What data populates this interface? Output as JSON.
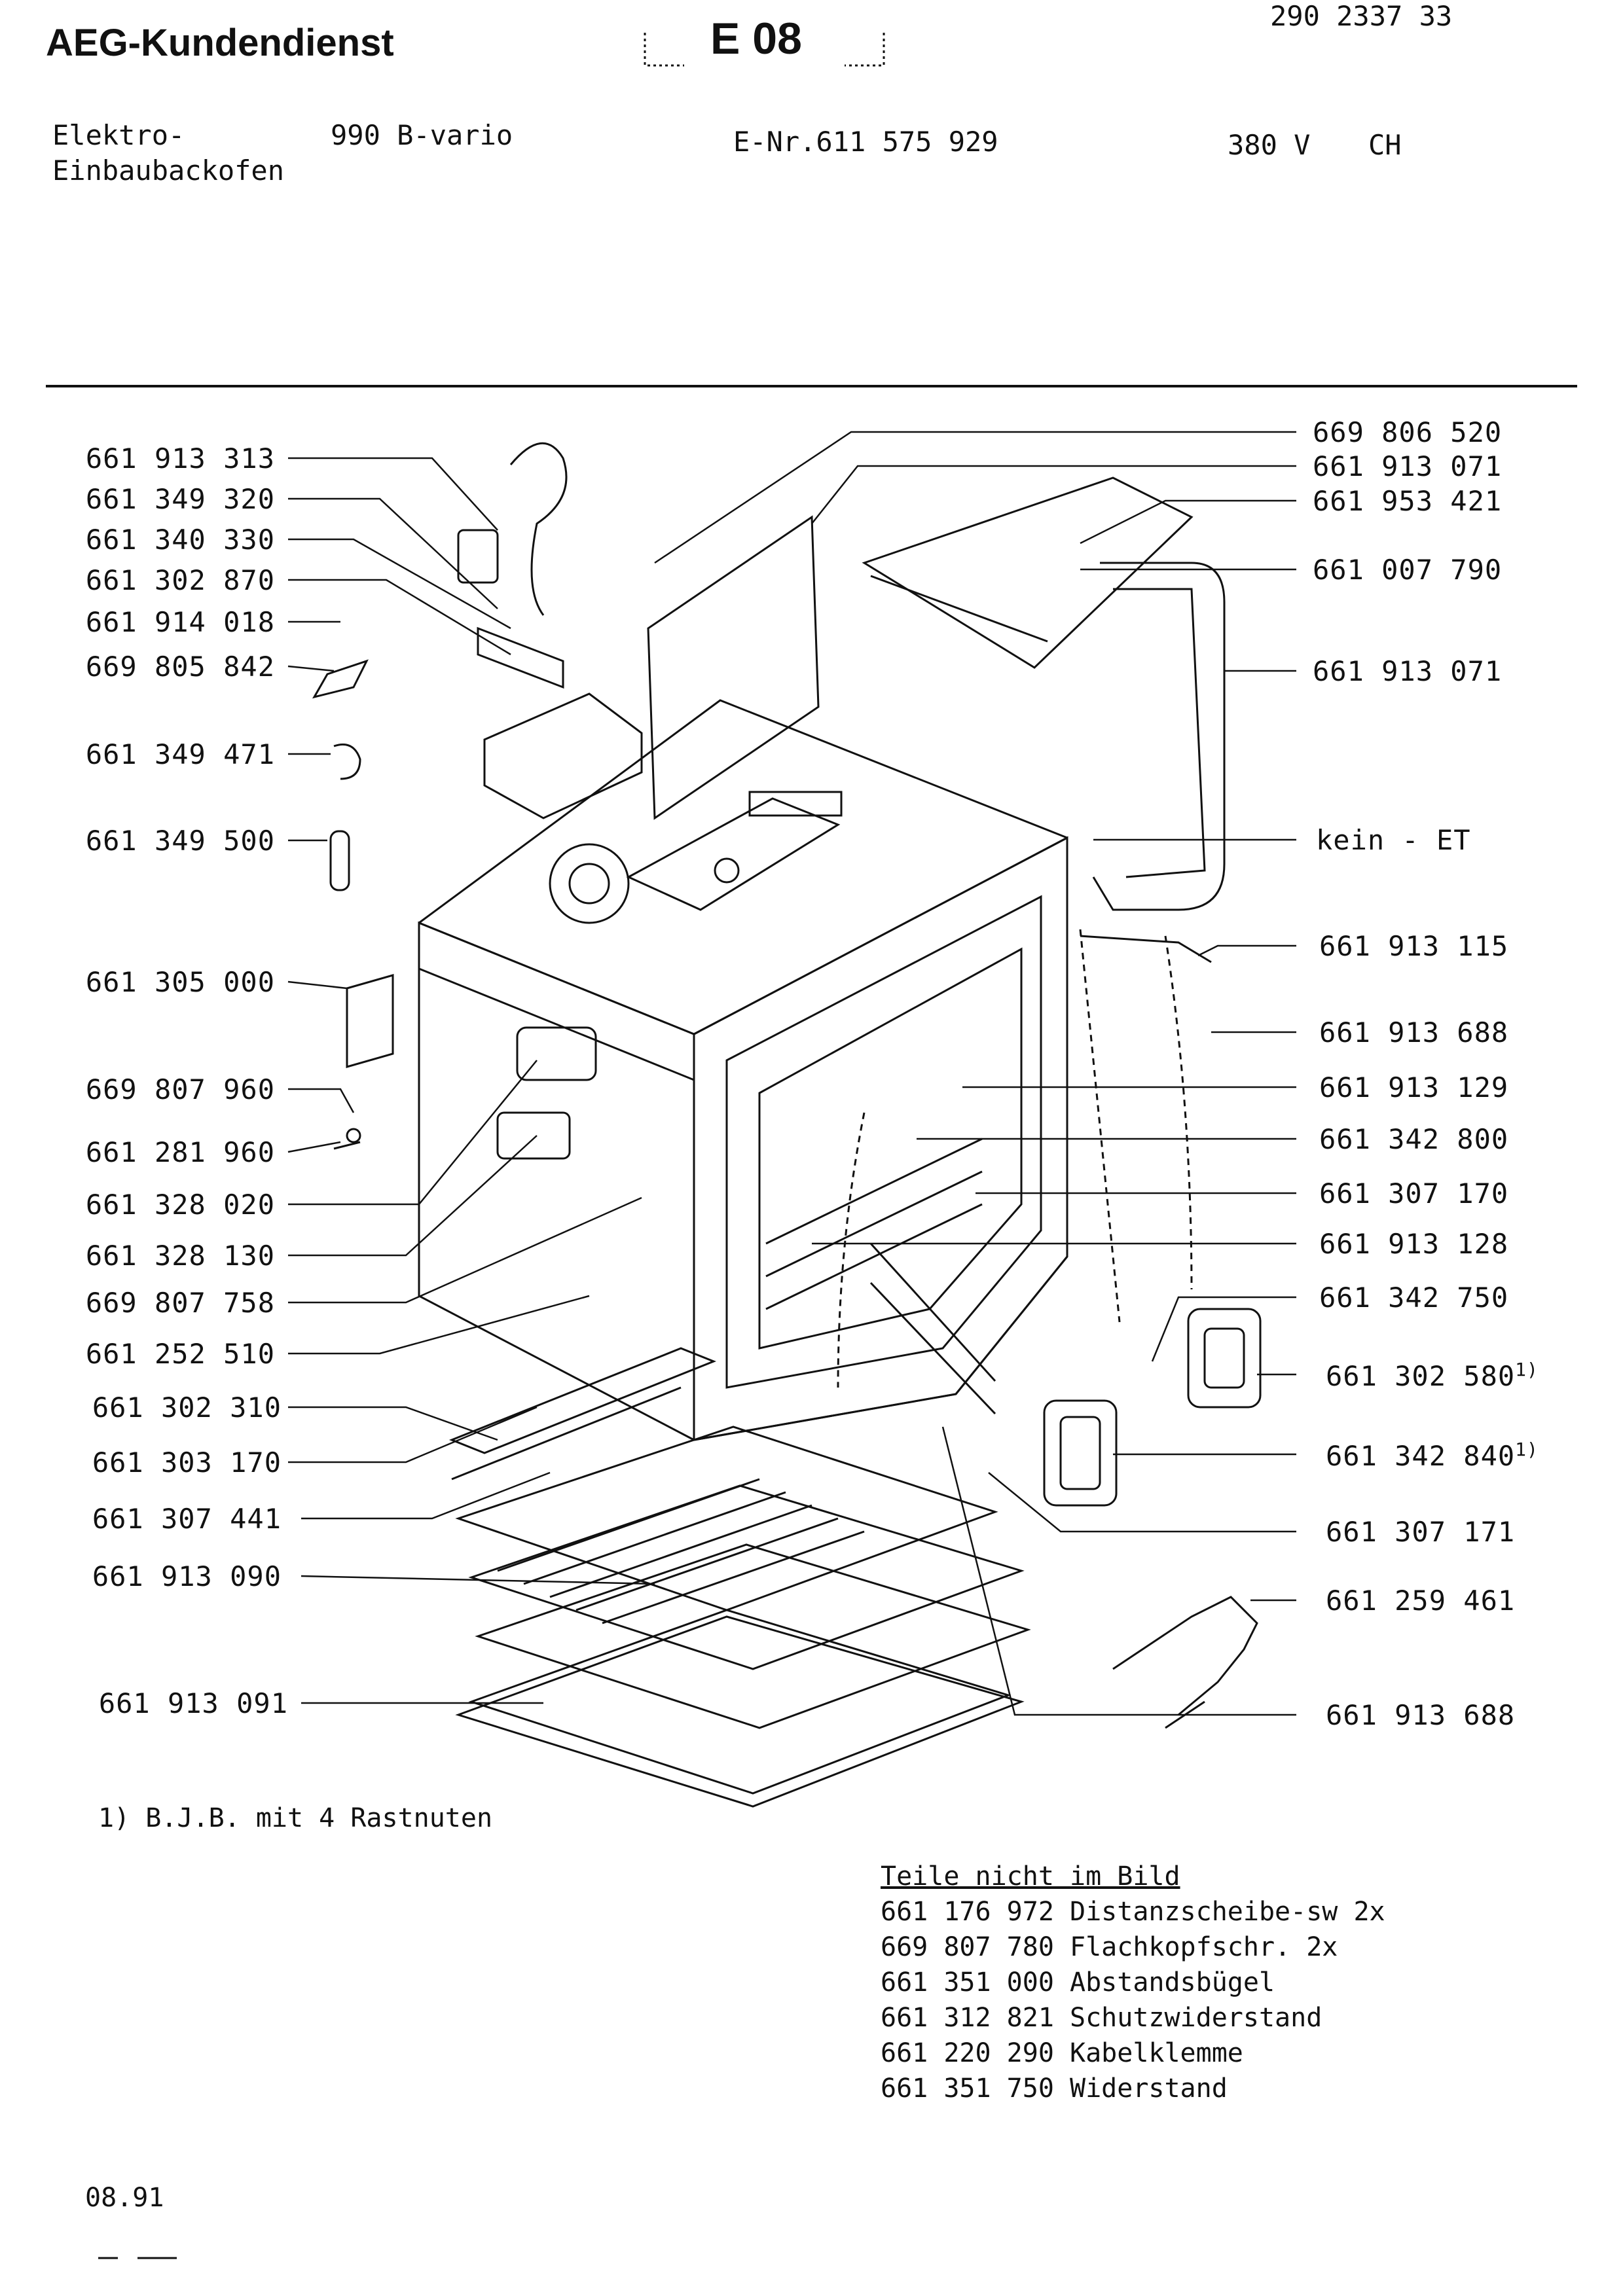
{
  "header": {
    "brand": "AEG-Kundendienst",
    "code": "E 08",
    "doc_number": "290 2337 33",
    "product_line1": "Elektro-",
    "product_line2": "Einbaubackofen",
    "model": "990 B-vario",
    "e_nr": "E-Nr.611 575 929",
    "voltage": "380 V",
    "country": "CH"
  },
  "left_labels": [
    "661 913 313",
    "661 349 320",
    "661 340 330",
    "661 302 870",
    "661 914 018",
    "669 805 842",
    "661 349 471",
    "661 349 500",
    "661 305 000",
    "669 807 960",
    "661 281 960",
    "661 328 020",
    "661 328 130",
    "669 807 758",
    "661 252 510",
    "661 302 310",
    "661 303 170",
    "661 307 441",
    "661 913 090",
    "661 913 091"
  ],
  "right_labels": [
    "669 806 520",
    "661 913 071",
    "661 953 421",
    "661 007 790",
    "661 913 071",
    "kein - ET",
    "661 913 115",
    "661 913 688",
    "661 913 129",
    "661 342 800",
    "661 307 170",
    "661 913 128",
    "661 342 750",
    "661 302 580",
    "661 342 840",
    "661 307 171",
    "661 259 461",
    "661 913 688"
  ],
  "footnote_mark": "1)",
  "footnote": "1) B.J.B. mit 4 Rastnuten",
  "not_shown": {
    "heading": "Teile nicht im Bild",
    "items": [
      "661 176 972 Distanzscheibe-sw 2x",
      "669 807 780 Flachkopfschr. 2x",
      "661 351 000 Abstandsbügel",
      "661 312 821 Schutzwiderstand",
      "661 220 290 Kabelklemme",
      "661 351 750 Widerstand"
    ]
  },
  "date": "08.91"
}
